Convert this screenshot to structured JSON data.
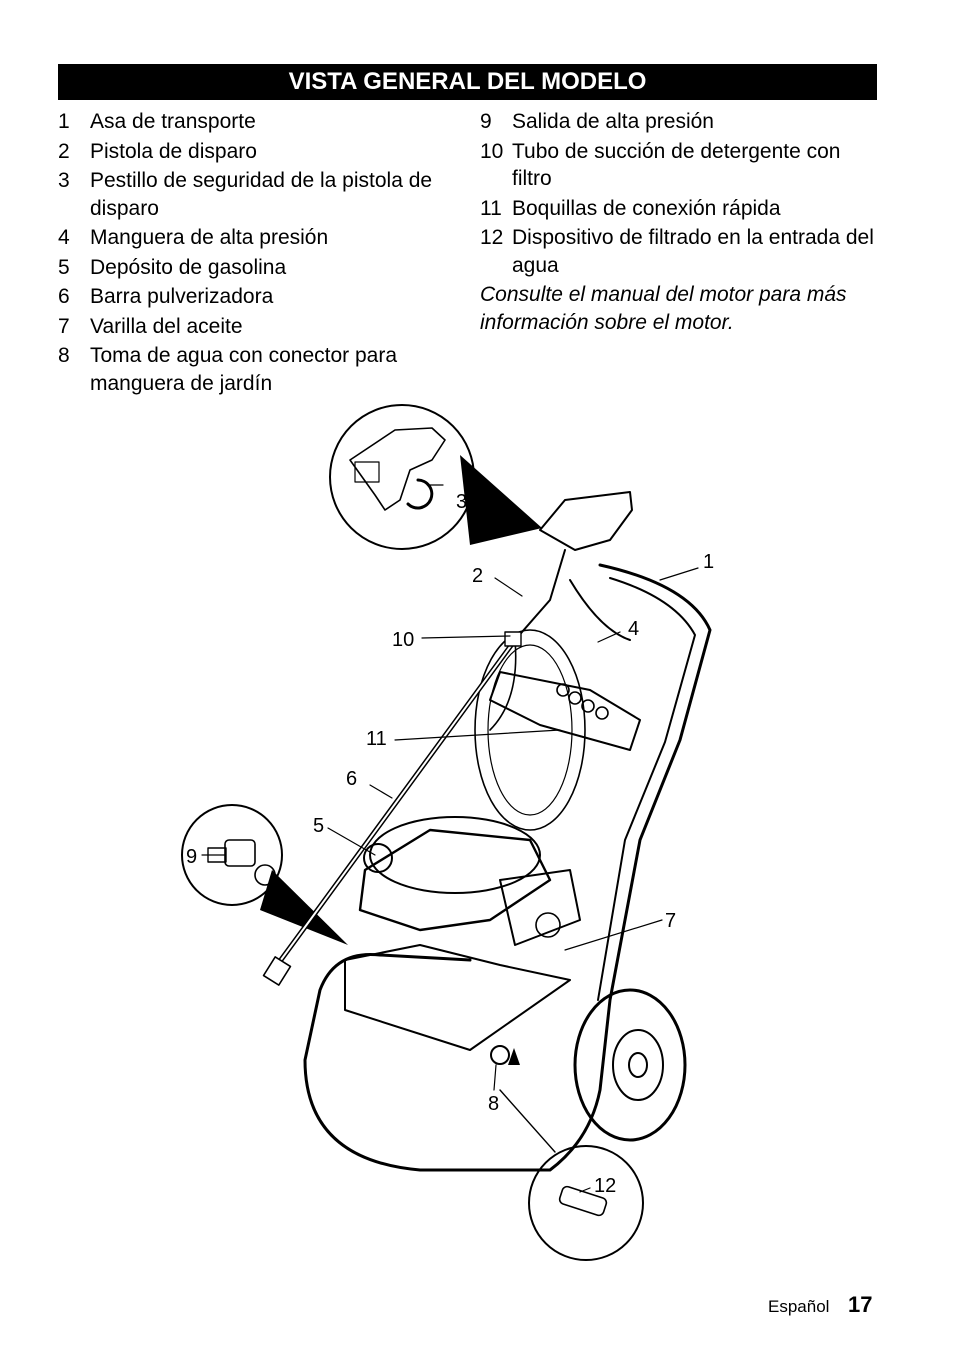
{
  "title": "VISTA GENERAL DEL MODELO",
  "left_items": [
    {
      "num": "1",
      "text": "Asa de transporte"
    },
    {
      "num": "2",
      "text": "Pistola de disparo"
    },
    {
      "num": "3",
      "text": "Pestillo de seguridad de la pistola de disparo"
    },
    {
      "num": "4",
      "text": "Manguera de alta presión"
    },
    {
      "num": "5",
      "text": "Depósito de gasolina"
    },
    {
      "num": "6",
      "text": "Barra pulverizadora"
    },
    {
      "num": "7",
      "text": "Varilla del aceite"
    },
    {
      "num": "8",
      "text": "Toma de agua con conector para manguera de jardín"
    }
  ],
  "right_items": [
    {
      "num": "9",
      "text": "Salida de alta presión"
    },
    {
      "num": "10",
      "text": "Tubo de succión de detergente con filtro"
    },
    {
      "num": "11",
      "text": "Boquillas de conexión rápida"
    },
    {
      "num": "12",
      "text": "Dispositivo de filtrado en la entrada del agua"
    }
  ],
  "note": "Consulte el manual del motor para más información sobre el motor.",
  "callouts": {
    "c1": "1",
    "c2": "2",
    "c3": "3",
    "c4": "4",
    "c5": "5",
    "c6": "6",
    "c7": "7",
    "c8": "8",
    "c9": "9",
    "c10": "10",
    "c11": "11",
    "c12": "12"
  },
  "footer": {
    "language": "Español",
    "page": "17"
  }
}
